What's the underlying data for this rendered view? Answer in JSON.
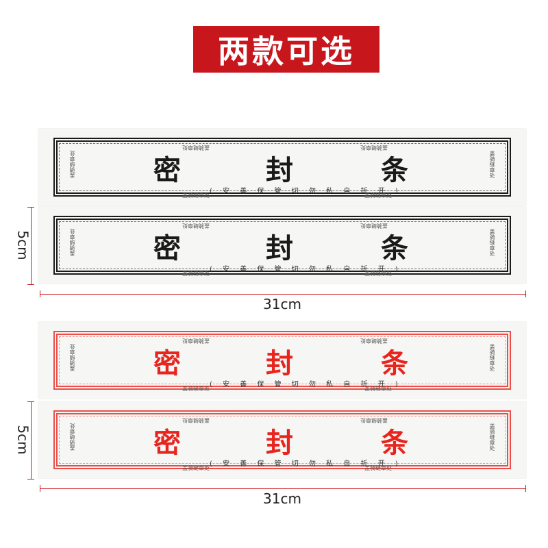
{
  "banner": {
    "text": "两款可选"
  },
  "strip": {
    "title_chars": [
      "密",
      "封",
      "条"
    ],
    "motto": "( 安 善 保 管 切 勿 私 自 折 开 )",
    "small_text": "盖骑缝章处"
  },
  "dimensions": {
    "height_label": "5cm",
    "width_label": "31cm"
  },
  "colors": {
    "banner": "#c8161d",
    "black_version": "#1a1a1a",
    "red_version": "#e8241e"
  }
}
